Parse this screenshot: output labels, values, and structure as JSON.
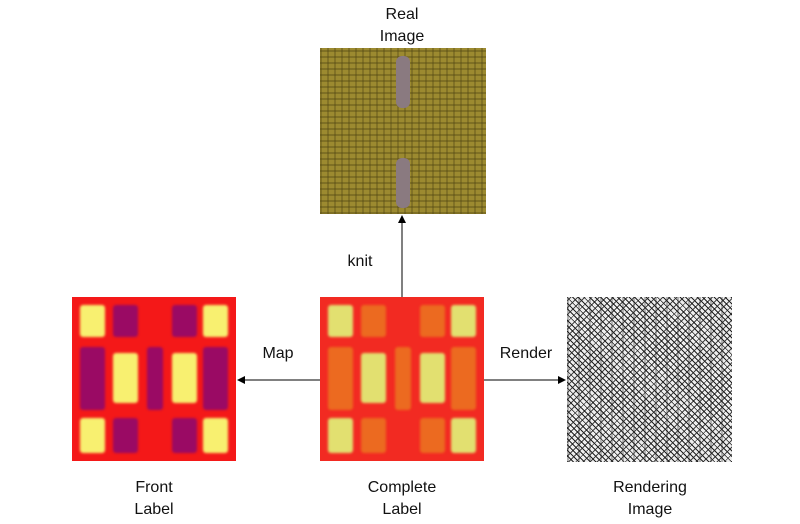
{
  "nodes": {
    "real": {
      "line1": "Real",
      "line2": "Image"
    },
    "front": {
      "line1": "Front",
      "line2": "Label"
    },
    "complete": {
      "line1": "Complete",
      "line2": "Label"
    },
    "rendering": {
      "line1": "Rendering",
      "line2": "Image"
    }
  },
  "edges": {
    "knit": "knit",
    "map": "Map",
    "render": "Render"
  },
  "colors": {
    "front": {
      "bg": "#f41818",
      "yellow": "#f8f070",
      "purple": "#9a0a64"
    },
    "complete": {
      "bg": "#f22a22",
      "yellow": "#e2e070",
      "orange": "#ec6a20"
    }
  }
}
